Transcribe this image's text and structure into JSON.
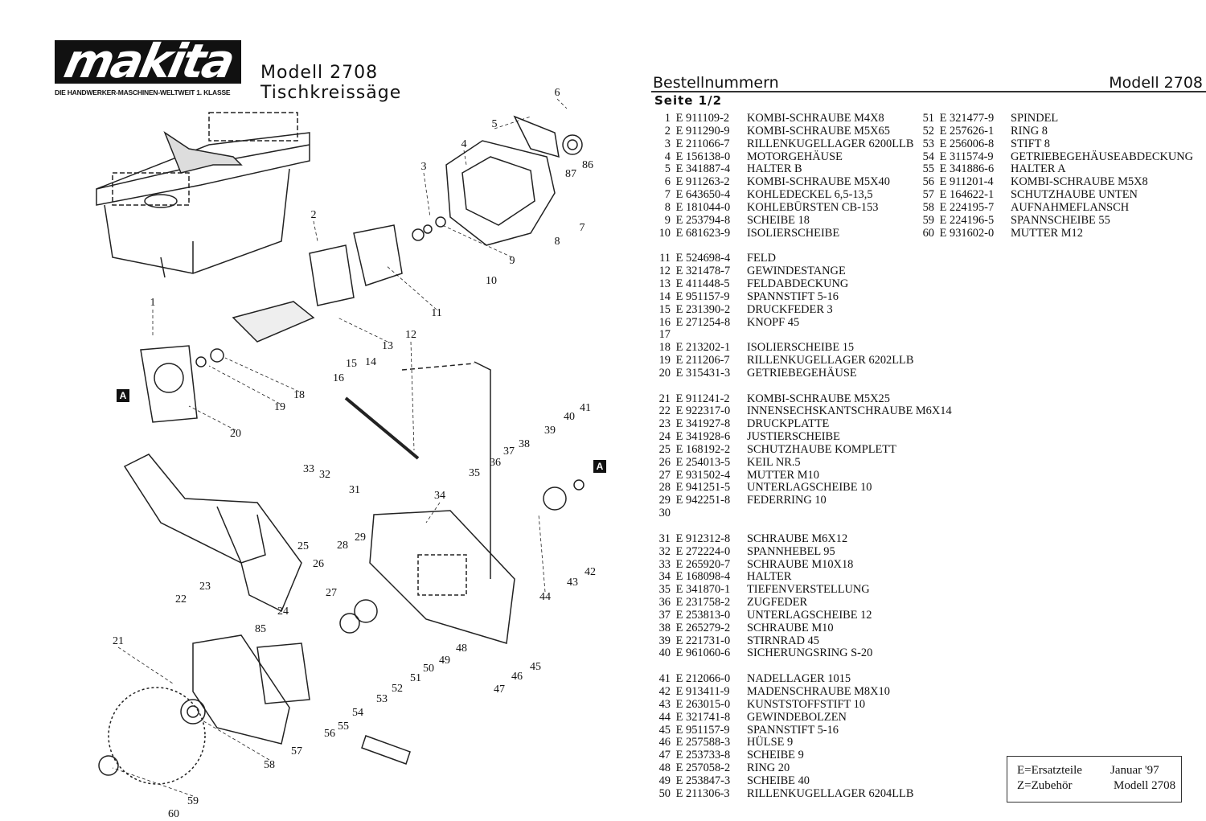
{
  "header": {
    "logo": "makita",
    "logo_tagline": "DIE HANDWERKER-MASCHINEN-WELTWEIT 1. KLASSE",
    "model": "Modell  2708",
    "product": "Tischkreissäge"
  },
  "parts_list": {
    "title": "Bestellnummern",
    "model": "Modell 2708",
    "page": "Seite  1/2",
    "groups_left": [
      [
        {
          "no": "1",
          "type": "E",
          "part": "911109-2",
          "desc": "KOMBI-SCHRAUBE M4X8"
        },
        {
          "no": "2",
          "type": "E",
          "part": "911290-9",
          "desc": "KOMBI-SCHRAUBE M5X65"
        },
        {
          "no": "3",
          "type": "E",
          "part": "211066-7",
          "desc": "RILLENKUGELLAGER 6200LLB"
        },
        {
          "no": "4",
          "type": "E",
          "part": "156138-0",
          "desc": "MOTORGEHÄUSE"
        },
        {
          "no": "5",
          "type": "E",
          "part": "341887-4",
          "desc": "HALTER B"
        },
        {
          "no": "6",
          "type": "E",
          "part": "911263-2",
          "desc": "KOMBI-SCHRAUBE M5X40"
        },
        {
          "no": "7",
          "type": "E",
          "part": "643650-4",
          "desc": "KOHLEDECKEL 6,5-13,5"
        },
        {
          "no": "8",
          "type": "E",
          "part": "181044-0",
          "desc": "KOHLEBÜRSTEN CB-153"
        },
        {
          "no": "9",
          "type": "E",
          "part": "253794-8",
          "desc": "SCHEIBE 18"
        },
        {
          "no": "10",
          "type": "E",
          "part": "681623-9",
          "desc": "ISOLIERSCHEIBE"
        }
      ],
      [
        {
          "no": "11",
          "type": "E",
          "part": "524698-4",
          "desc": "FELD"
        },
        {
          "no": "12",
          "type": "E",
          "part": "321478-7",
          "desc": "GEWINDESTANGE"
        },
        {
          "no": "13",
          "type": "E",
          "part": "411448-5",
          "desc": "FELDABDECKUNG"
        },
        {
          "no": "14",
          "type": "E",
          "part": "951157-9",
          "desc": "SPANNSTIFT 5-16"
        },
        {
          "no": "15",
          "type": "E",
          "part": "231390-2",
          "desc": "DRUCKFEDER 3"
        },
        {
          "no": "16",
          "type": "E",
          "part": "271254-8",
          "desc": "KNOPF 45"
        },
        {
          "no": "17",
          "type": "",
          "part": "",
          "desc": ""
        },
        {
          "no": "18",
          "type": "E",
          "part": "213202-1",
          "desc": "ISOLIERSCHEIBE 15"
        },
        {
          "no": "19",
          "type": "E",
          "part": "211206-7",
          "desc": "RILLENKUGELLAGER 6202LLB"
        },
        {
          "no": "20",
          "type": "E",
          "part": "315431-3",
          "desc": "GETRIEBEGEHÄUSE"
        }
      ],
      [
        {
          "no": "21",
          "type": "E",
          "part": "911241-2",
          "desc": "KOMBI-SCHRAUBE M5X25"
        },
        {
          "no": "22",
          "type": "E",
          "part": "922317-0",
          "desc": "INNENSECHSKANTSCHRAUBE M6X14"
        },
        {
          "no": "23",
          "type": "E",
          "part": "341927-8",
          "desc": "DRUCKPLATTE"
        },
        {
          "no": "24",
          "type": "E",
          "part": "341928-6",
          "desc": "JUSTIERSCHEIBE"
        },
        {
          "no": "25",
          "type": "E",
          "part": "168192-2",
          "desc": "SCHUTZHAUBE KOMPLETT"
        },
        {
          "no": "26",
          "type": "E",
          "part": "254013-5",
          "desc": "KEIL NR.5"
        },
        {
          "no": "27",
          "type": "E",
          "part": "931502-4",
          "desc": "MUTTER M10"
        },
        {
          "no": "28",
          "type": "E",
          "part": "941251-5",
          "desc": "UNTERLAGSCHEIBE 10"
        },
        {
          "no": "29",
          "type": "E",
          "part": "942251-8",
          "desc": "FEDERRING 10"
        },
        {
          "no": "30",
          "type": "",
          "part": "",
          "desc": ""
        }
      ],
      [
        {
          "no": "31",
          "type": "E",
          "part": "912312-8",
          "desc": "SCHRAUBE M6X12"
        },
        {
          "no": "32",
          "type": "E",
          "part": "272224-0",
          "desc": "SPANNHEBEL 95"
        },
        {
          "no": "33",
          "type": "E",
          "part": "265920-7",
          "desc": "SCHRAUBE M10X18"
        },
        {
          "no": "34",
          "type": "E",
          "part": "168098-4",
          "desc": "HALTER"
        },
        {
          "no": "35",
          "type": "E",
          "part": "341870-1",
          "desc": "TIEFENVERSTELLUNG"
        },
        {
          "no": "36",
          "type": "E",
          "part": "231758-2",
          "desc": "ZUGFEDER"
        },
        {
          "no": "37",
          "type": "E",
          "part": "253813-0",
          "desc": "UNTERLAGSCHEIBE 12"
        },
        {
          "no": "38",
          "type": "E",
          "part": "265279-2",
          "desc": "SCHRAUBE M10"
        },
        {
          "no": "39",
          "type": "E",
          "part": "221731-0",
          "desc": "STIRNRAD 45"
        },
        {
          "no": "40",
          "type": "E",
          "part": "961060-6",
          "desc": "SICHERUNGSRING S-20"
        }
      ],
      [
        {
          "no": "41",
          "type": "E",
          "part": "212066-0",
          "desc": "NADELLAGER 1015"
        },
        {
          "no": "42",
          "type": "E",
          "part": "913411-9",
          "desc": "MADENSCHRAUBE M8X10"
        },
        {
          "no": "43",
          "type": "E",
          "part": "263015-0",
          "desc": "KUNSTSTOFFSTIFT 10"
        },
        {
          "no": "44",
          "type": "E",
          "part": "321741-8",
          "desc": "GEWINDEBOLZEN"
        },
        {
          "no": "45",
          "type": "E",
          "part": "951157-9",
          "desc": "SPANNSTIFT 5-16"
        },
        {
          "no": "46",
          "type": "E",
          "part": "257588-3",
          "desc": "HÜLSE 9"
        },
        {
          "no": "47",
          "type": "E",
          "part": "253733-8",
          "desc": "SCHEIBE 9"
        },
        {
          "no": "48",
          "type": "E",
          "part": "257058-2",
          "desc": "RING 20"
        },
        {
          "no": "49",
          "type": "E",
          "part": "253847-3",
          "desc": "SCHEIBE 40"
        },
        {
          "no": "50",
          "type": "E",
          "part": "211306-3",
          "desc": "RILLENKUGELLAGER 6204LLB"
        }
      ]
    ],
    "group_right": [
      {
        "no": "51",
        "type": "E",
        "part": "321477-9",
        "desc": "SPINDEL"
      },
      {
        "no": "52",
        "type": "E",
        "part": "257626-1",
        "desc": "RING 8"
      },
      {
        "no": "53",
        "type": "E",
        "part": "256006-8",
        "desc": "STIFT 8"
      },
      {
        "no": "54",
        "type": "E",
        "part": "311574-9",
        "desc": "GETRIEBEGEHÄUSEABDECKUNG"
      },
      {
        "no": "55",
        "type": "E",
        "part": "341886-6",
        "desc": "HALTER A"
      },
      {
        "no": "56",
        "type": "E",
        "part": "911201-4",
        "desc": "KOMBI-SCHRAUBE M5X8"
      },
      {
        "no": "57",
        "type": "E",
        "part": "164622-1",
        "desc": "SCHUTZHAUBE UNTEN"
      },
      {
        "no": "58",
        "type": "E",
        "part": "224195-7",
        "desc": "AUFNAHMEFLANSCH"
      },
      {
        "no": "59",
        "type": "E",
        "part": "224196-5",
        "desc": "SPANNSCHEIBE 55"
      },
      {
        "no": "60",
        "type": "E",
        "part": "931602-0",
        "desc": "MUTTER M12"
      }
    ]
  },
  "legend": {
    "e": "E=Ersatzteile",
    "z": "Z=Zubehör",
    "date": "Januar '97",
    "model": "Modell 2708"
  },
  "diagram": {
    "marker": "A",
    "callouts": [
      "1",
      "2",
      "3",
      "4",
      "5",
      "6",
      "7",
      "8",
      "9",
      "10",
      "11",
      "12",
      "13",
      "14",
      "15",
      "16",
      "18",
      "19",
      "20",
      "21",
      "22",
      "23",
      "24",
      "25",
      "26",
      "27",
      "28",
      "29",
      "31",
      "32",
      "33",
      "34",
      "35",
      "36",
      "37",
      "38",
      "39",
      "40",
      "41",
      "42",
      "43",
      "44",
      "45",
      "46",
      "47",
      "48",
      "49",
      "50",
      "51",
      "52",
      "53",
      "54",
      "55",
      "56",
      "57",
      "58",
      "59",
      "60",
      "85",
      "86",
      "87"
    ]
  }
}
